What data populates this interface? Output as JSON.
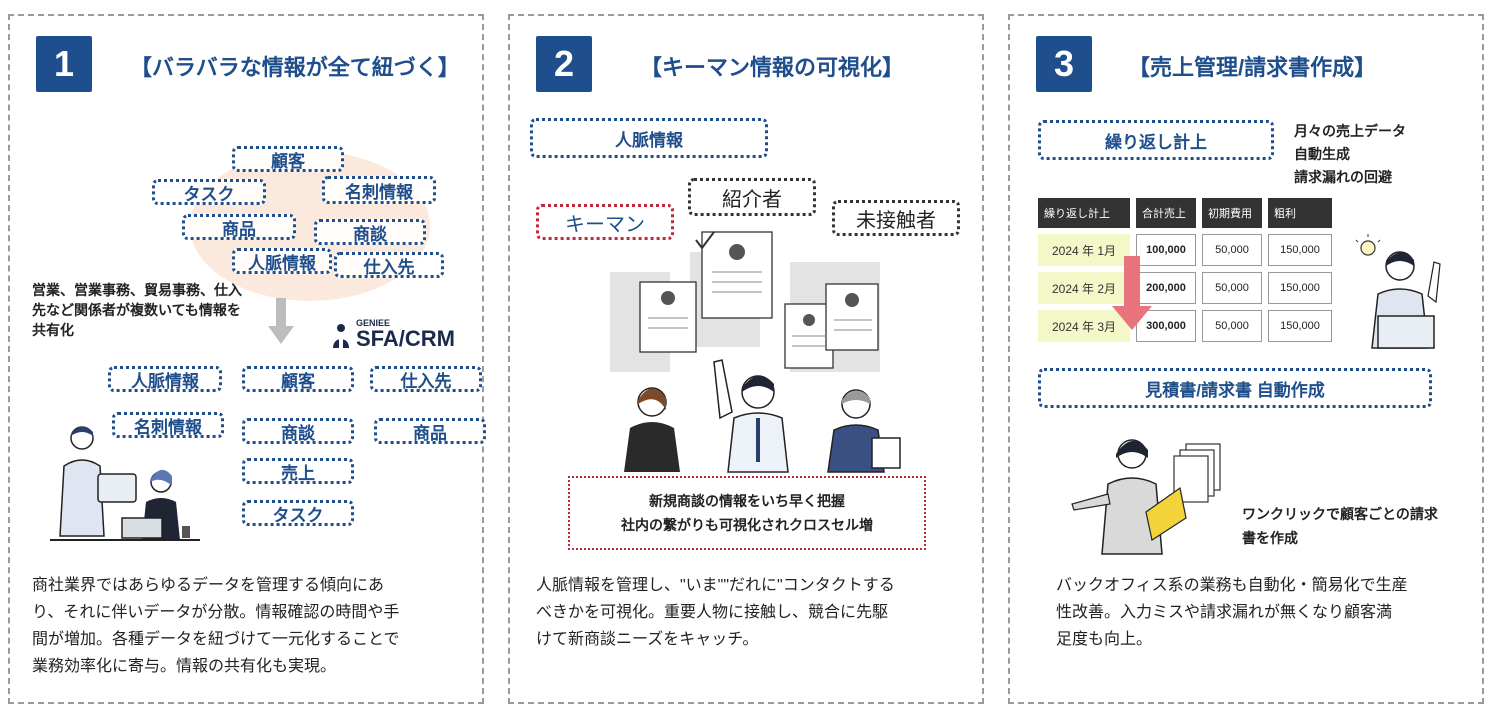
{
  "panel1": {
    "number": "1",
    "title": "【バラバラな情報が全て紐づく】",
    "scattered_tags": [
      "顧客",
      "タスク",
      "名刺情報",
      "商品",
      "商談",
      "人脈情報",
      "仕入先"
    ],
    "note": "営業、営業事務、貿易事務、仕入先など関係者が複数いても情報を共有化",
    "note_lines": [
      "営業、営業事務、貿易事務、仕入",
      "先など関係者が複数いても情報を",
      "共有化"
    ],
    "logo_small": "GENIEE",
    "logo_text": "SFA/CRM",
    "organized_tags": [
      "人脈情報",
      "顧客",
      "仕入先",
      "名刺情報",
      "商談",
      "商品",
      "売上",
      "タスク"
    ],
    "description_lines": [
      "商社業界ではあらゆるデータを管理する傾向にあ",
      "り、それに伴いデータが分散。情報確認の時間や手",
      "間が増加。各種データを紐づけて一元化することで",
      "業務効率化に寄与。情報の共有化も実現。"
    ]
  },
  "panel2": {
    "number": "2",
    "title": "【キーマン情報の可視化】",
    "header_tag": "人脈情報",
    "tags": [
      "紹介者",
      "キーマン",
      "未接触者"
    ],
    "callout_lines": [
      "新規商談の情報をいち早く把握",
      "社内の繋がりも可視化されクロスセル増"
    ],
    "description_lines": [
      "人脈情報を管理し、\"いま\"\"だれに\"コンタクトする",
      "べきかを可視化。重要人物に接触し、競合に先駆",
      "けて新商談ニーズをキャッチ。"
    ]
  },
  "panel3": {
    "number": "3",
    "title": "【売上管理/請求書作成】",
    "recurring_tag": "繰り返し計上",
    "auto_notes": [
      "月々の売上データ",
      "自動生成",
      "請求漏れの回避"
    ],
    "table": {
      "headers": [
        "繰り返し計上",
        "合計売上",
        "初期費用",
        "粗利"
      ],
      "rows": [
        [
          "2024 年 1月",
          "100,000",
          "50,000",
          "150,000"
        ],
        [
          "2024 年 2月",
          "200,000",
          "50,000",
          "150,000"
        ],
        [
          "2024 年 3月",
          "300,000",
          "50,000",
          "150,000"
        ]
      ]
    },
    "invoice_tag": "見積書/請求書 自動作成",
    "oneclick_lines": [
      "ワンクリックで顧客ごとの請求",
      "書を作成"
    ],
    "description_lines": [
      "バックオフィス系の業務も自動化・簡易化で生産",
      "性改善。入力ミスや請求漏れが無くなり顧客満",
      "足度も向上。"
    ]
  },
  "colors": {
    "navy": "#1f4e8c",
    "red": "#c0293b",
    "yellow": "#f4f7c8",
    "arrow": "#e8737a"
  }
}
